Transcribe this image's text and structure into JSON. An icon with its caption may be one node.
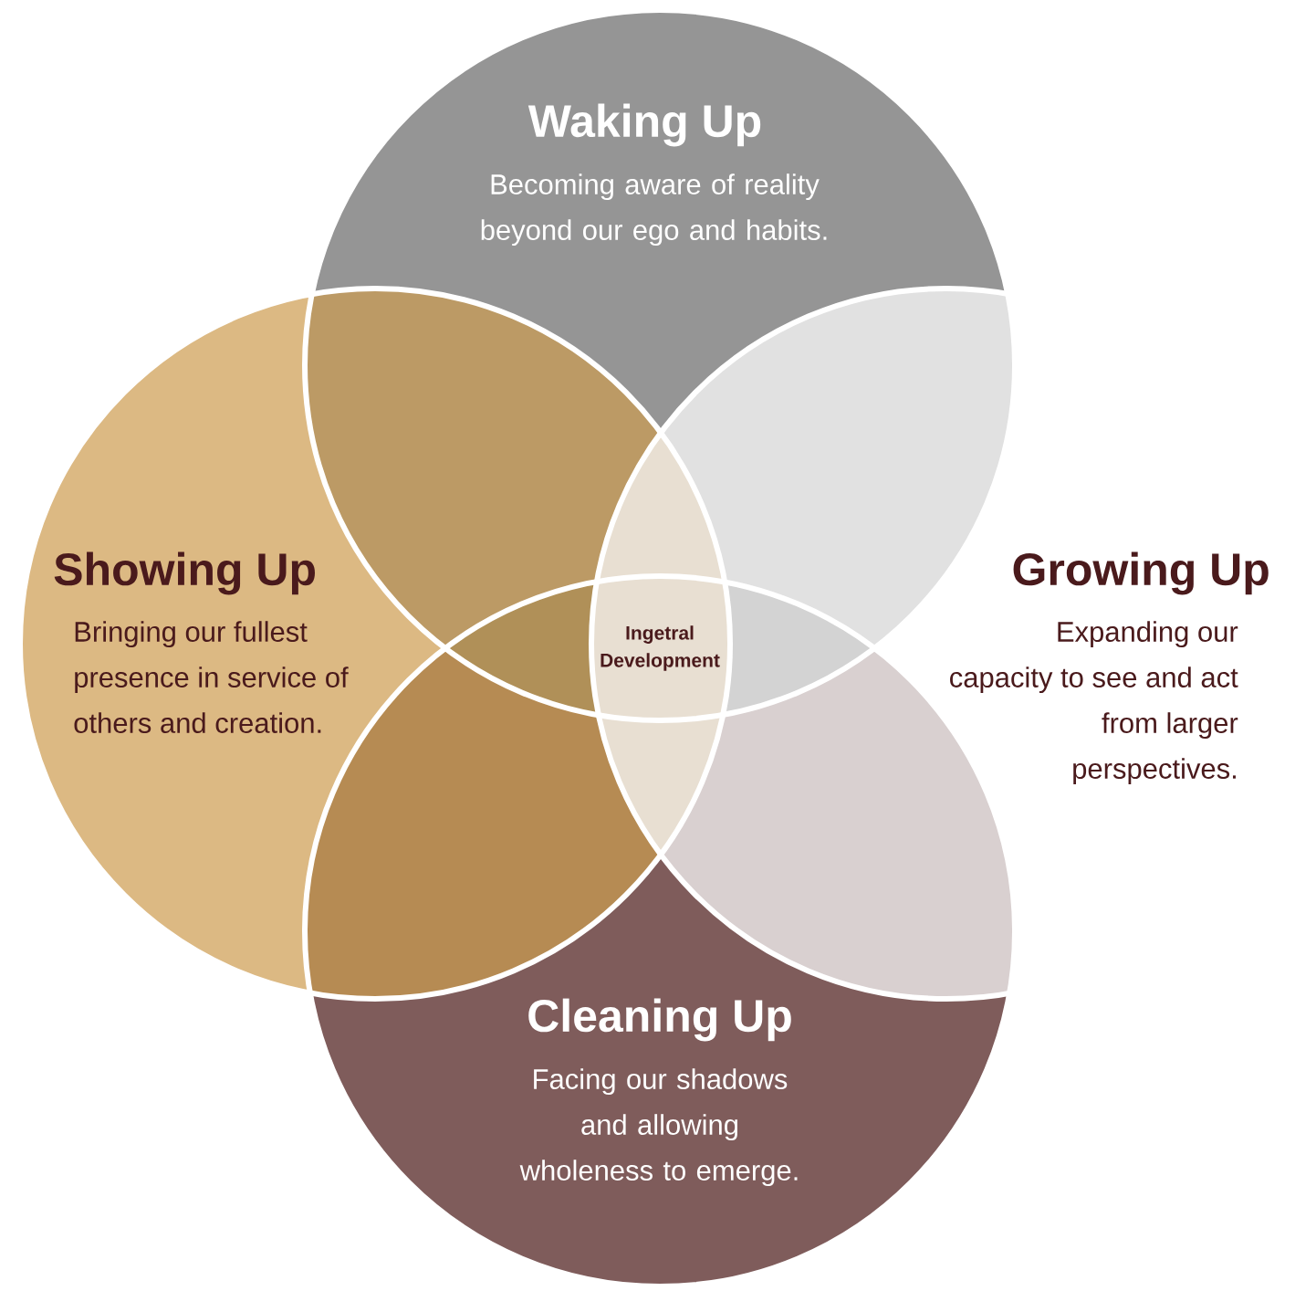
{
  "diagram": {
    "nodes": [
      {
        "text": [
          "Waking Up",
          "Becoming aware of reality beyond our ego and habits."
        ]
      },
      {
        "text": [
          "Showing Up",
          "Bringing our fullest presence in service of others and creation."
        ]
      },
      {
        "text": [
          "Growing Up",
          "Expanding our capacity to see and act from larger perspectives."
        ]
      },
      {
        "text": [
          "Cleaning Up",
          "Facing our shadows and allowing wholeness to emerge."
        ]
      },
      {
        "text": [
          "Ingetral Development"
        ]
      }
    ]
  }
}
